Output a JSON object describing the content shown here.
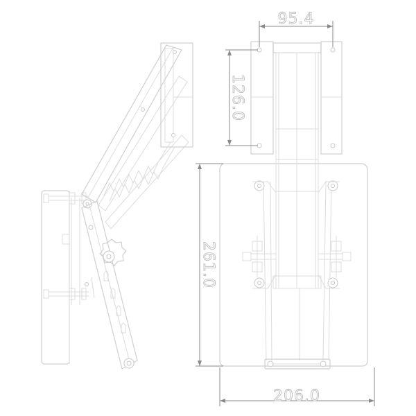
{
  "drawing": {
    "dimensions": {
      "top_width": "95.4",
      "bracket_height": "126.0",
      "plate_height": "261.0",
      "plate_width": "206.0"
    }
  }
}
